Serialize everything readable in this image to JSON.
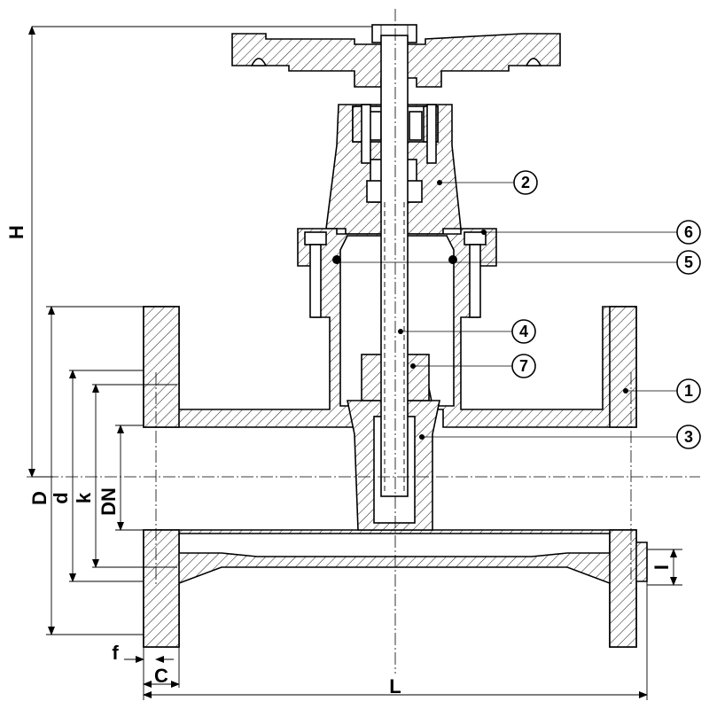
{
  "dimensions": {
    "H": "H",
    "D": "D",
    "d": "d",
    "k": "k",
    "DN": "DN",
    "f": "f",
    "C": "C",
    "L": "L",
    "I": "I"
  },
  "callouts": [
    {
      "id": "1",
      "label": "1"
    },
    {
      "id": "2",
      "label": "2"
    },
    {
      "id": "3",
      "label": "3"
    },
    {
      "id": "4",
      "label": "4"
    },
    {
      "id": "5",
      "label": "5"
    },
    {
      "id": "6",
      "label": "6"
    },
    {
      "id": "7",
      "label": "7"
    }
  ]
}
